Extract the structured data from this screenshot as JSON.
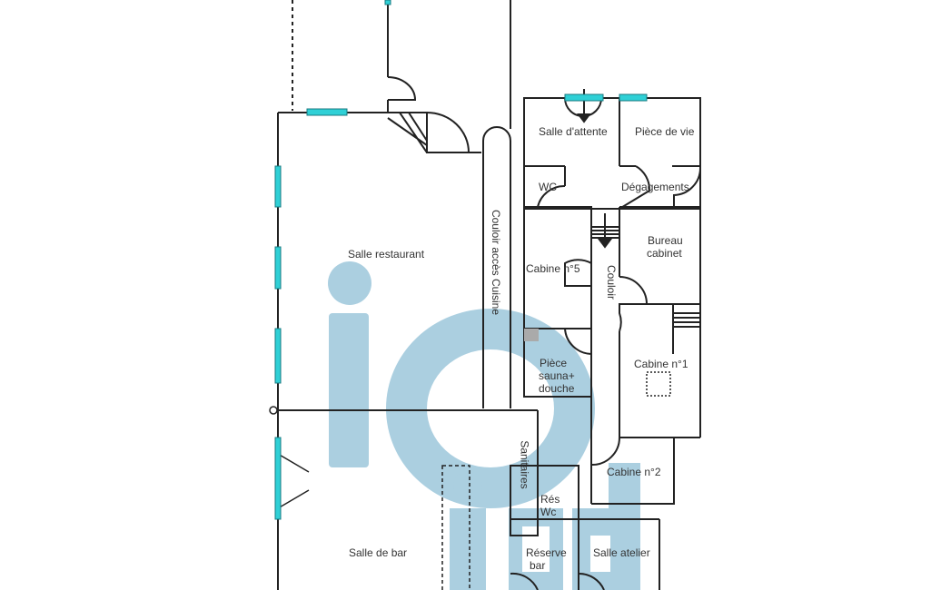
{
  "rooms": {
    "salle_restaurant": "Salle restaurant",
    "couloir_acces_cuisine": "Couloir accès Cuisine",
    "salle_attente": "Salle d'attente",
    "piece_de_vie": "Pièce de vie",
    "wc": "WC",
    "degagements": "Dégagements",
    "bureau_cabinet_1": "Bureau",
    "bureau_cabinet_2": "cabinet",
    "cabine_5": "Cabine n°5",
    "couloir": "Couloir",
    "cabine_1": "Cabine n°1",
    "piece_sauna_1": "Pièce",
    "piece_sauna_2": "sauna+",
    "piece_sauna_3": "douche",
    "sanitaires": "Sanitaires",
    "cabine_2": "Cabine n°2",
    "res_wc_1": "Rés",
    "res_wc_2": "Wc",
    "salle_de_bar": "Salle de bar",
    "reserve_bar_1": "Réserve",
    "reserve_bar_2": "bar",
    "salle_atelier": "Salle atelier"
  },
  "watermark": "iad",
  "colors": {
    "wall": "#222222",
    "window": "#2fd0d6",
    "watermark": "#8fbfd6"
  }
}
